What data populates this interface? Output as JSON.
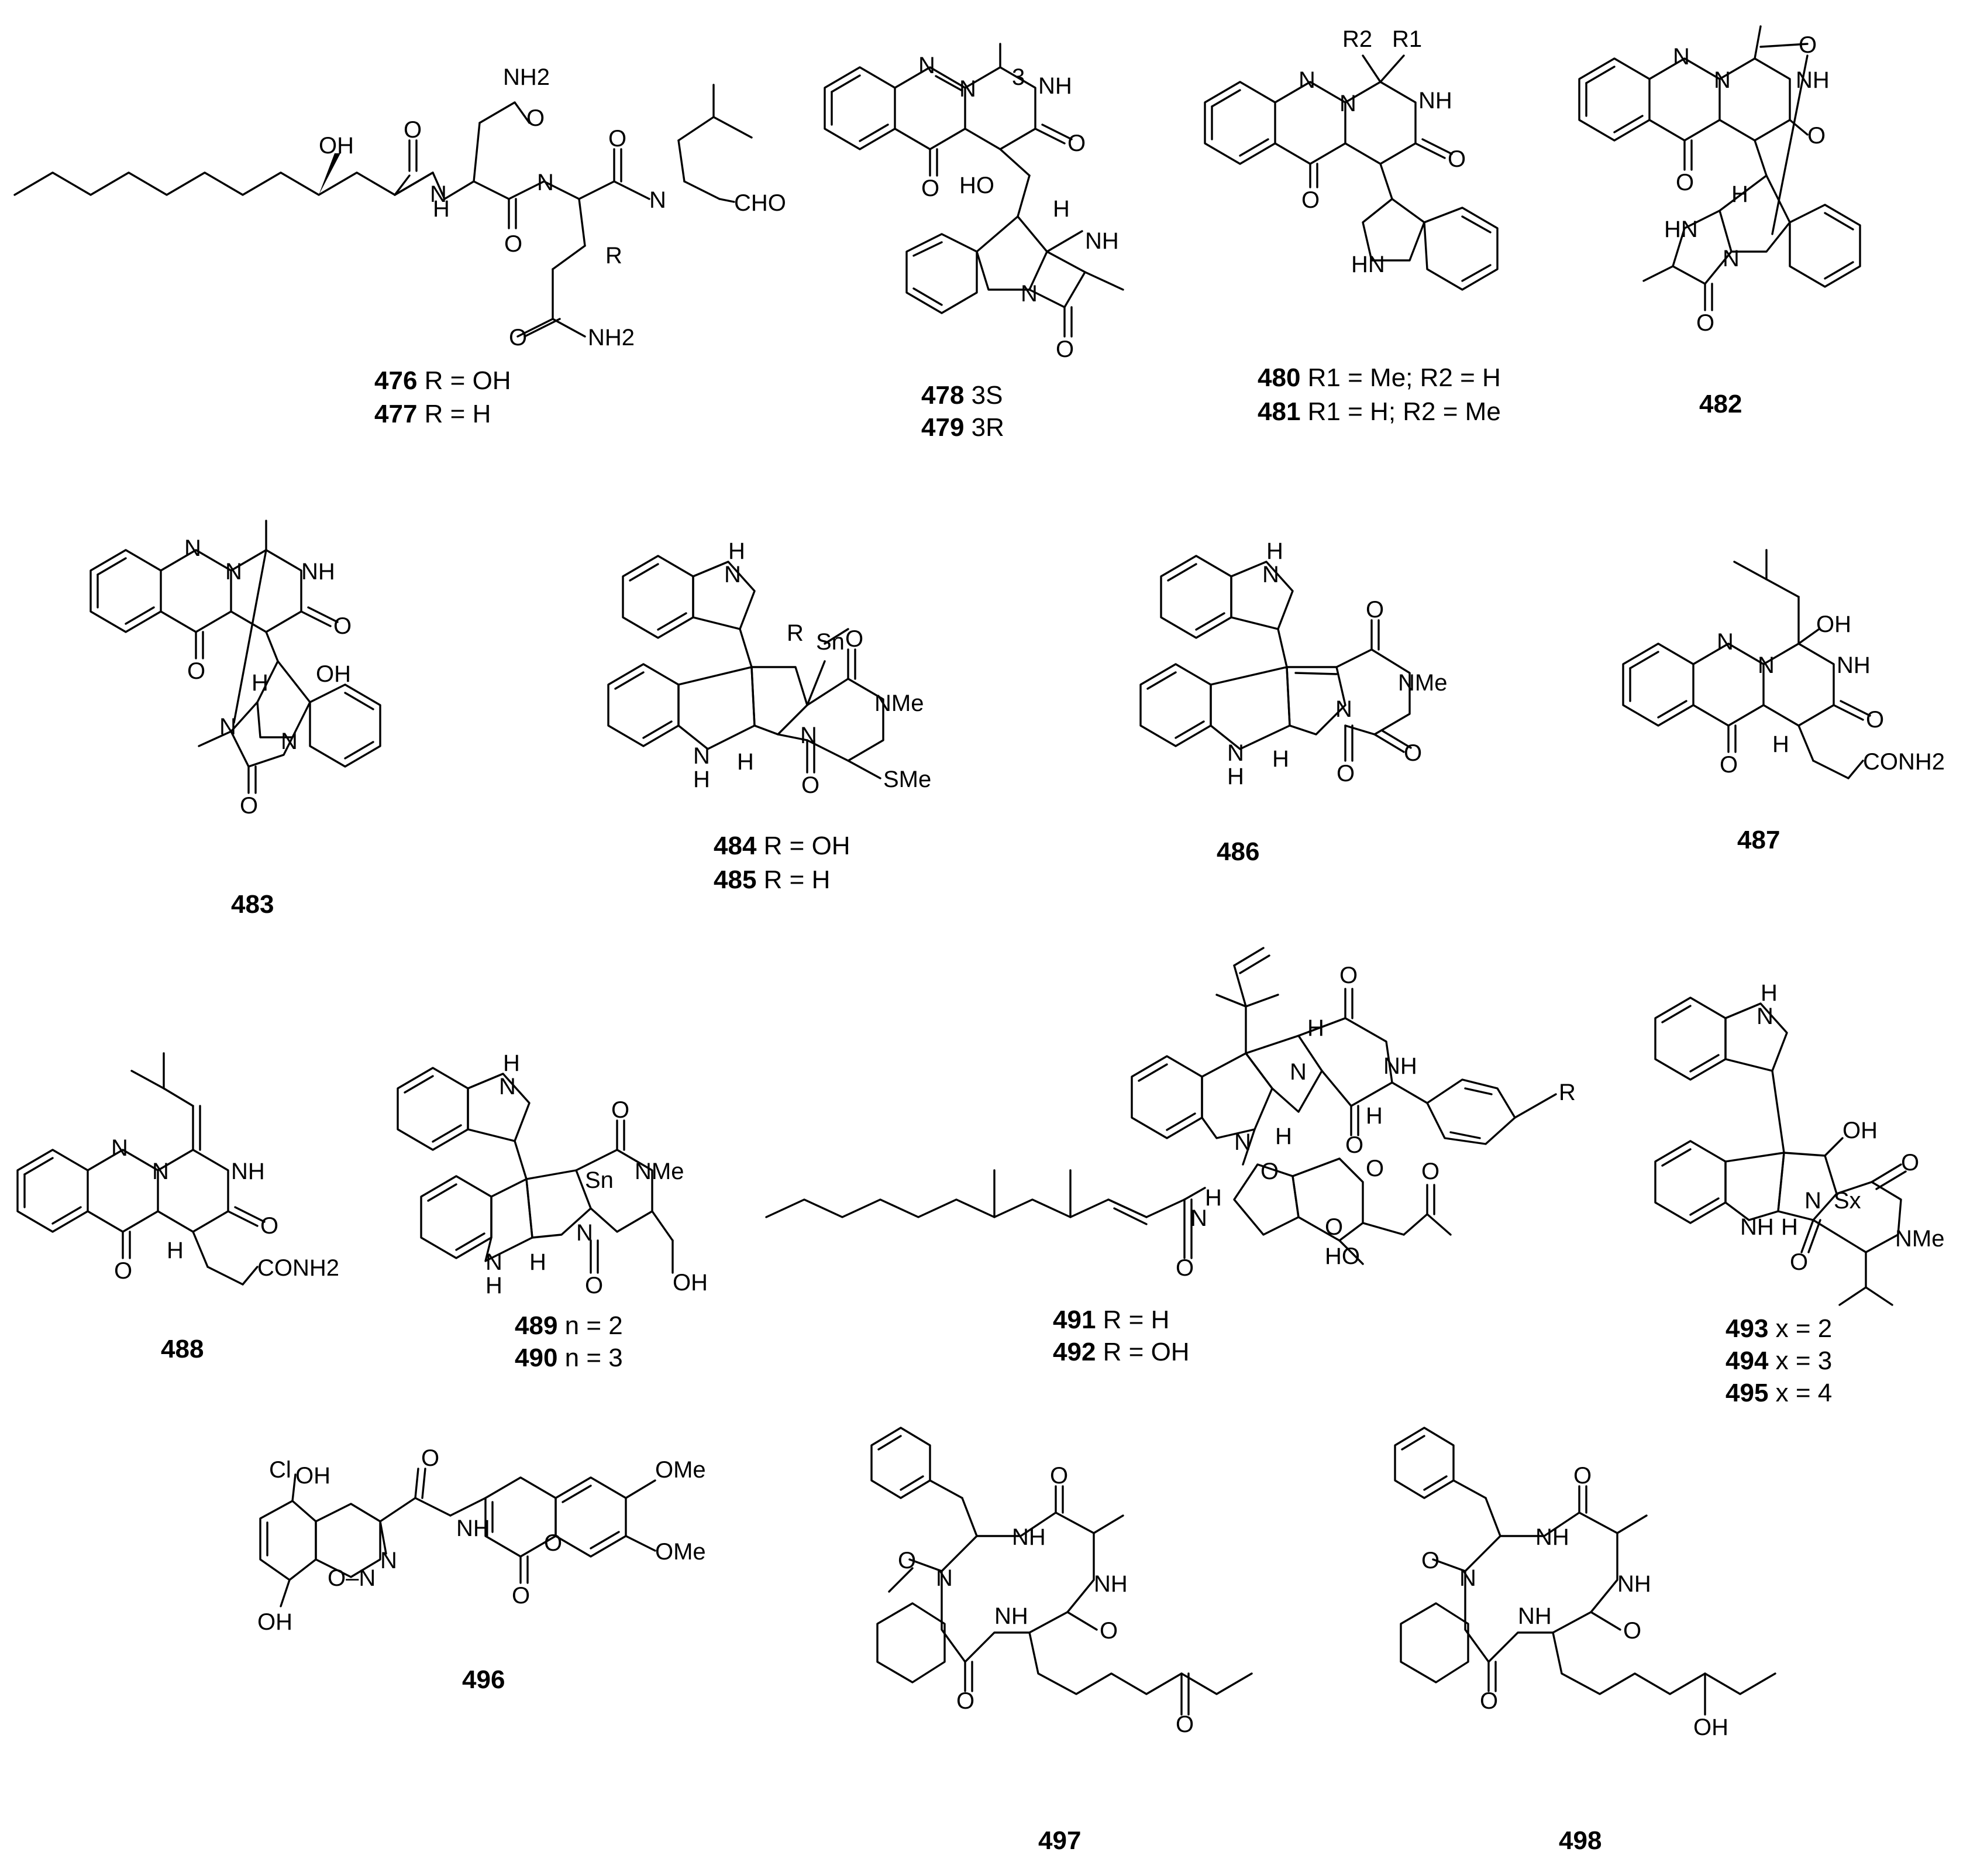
{
  "compounds": [
    {
      "id": "476",
      "desc": "R = OH"
    },
    {
      "id": "477",
      "desc": "R = H"
    },
    {
      "id": "478",
      "desc": "3S"
    },
    {
      "id": "479",
      "desc": "3R"
    },
    {
      "id": "480",
      "desc": "R1 = Me; R2 = H"
    },
    {
      "id": "481",
      "desc": "R1 = H; R2 = Me"
    },
    {
      "id": "482",
      "desc": ""
    },
    {
      "id": "483",
      "desc": ""
    },
    {
      "id": "484",
      "desc": "R = OH"
    },
    {
      "id": "485",
      "desc": "R = H"
    },
    {
      "id": "486",
      "desc": ""
    },
    {
      "id": "487",
      "desc": ""
    },
    {
      "id": "488",
      "desc": ""
    },
    {
      "id": "489",
      "desc": "n = 2"
    },
    {
      "id": "490",
      "desc": "n = 3"
    },
    {
      "id": "491",
      "desc": "R = H"
    },
    {
      "id": "492",
      "desc": "R = OH"
    },
    {
      "id": "493",
      "desc": "x = 2"
    },
    {
      "id": "494",
      "desc": "x = 3"
    },
    {
      "id": "495",
      "desc": "x = 4"
    },
    {
      "id": "496",
      "desc": ""
    },
    {
      "id": "497",
      "desc": ""
    },
    {
      "id": "498",
      "desc": ""
    }
  ],
  "atoms": {
    "nh2": "NH2",
    "nh": "NH",
    "hn": "HN",
    "n": "N",
    "o": "O",
    "oh": "OH",
    "ho": "HO",
    "h": "H",
    "cho": "CHO",
    "r": "R",
    "conh2": "CONH2",
    "nme": "NMe",
    "sme": "SMe",
    "ome": "OMe",
    "cl": "Cl",
    "num3": "3",
    "sn": "Sn",
    "sx": "Sx",
    "r1": "R1",
    "r2": "R2",
    "on": "O–N"
  }
}
